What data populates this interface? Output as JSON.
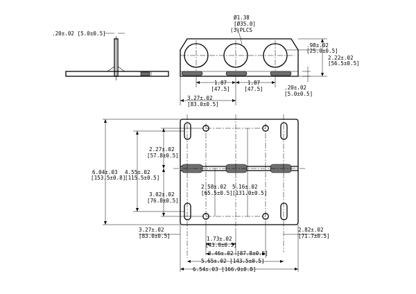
{
  "side_view": {
    "thickness": ".20±.02 [5.0±0.5]"
  },
  "front_view": {
    "hole_note_1": "Ø1.38",
    "hole_note_2": "[Ø35.0]",
    "hole_note_3": "(3)PLCS",
    "edge_right_1": ".98±.02",
    "edge_right_2": "[25.0±0.5]",
    "height_1": "2.22±.02",
    "height_2": "[56.5±0.5]",
    "thick_1": ".20±.02",
    "thick_2": "[5.0±0.5]",
    "pitch_a_1": "1.87",
    "pitch_a_2": "[47.5]",
    "pitch_b_1": "1.87",
    "pitch_b_2": "[47.5]",
    "left_1": "3.27±.02",
    "left_2": "[83.0±0.5]"
  },
  "plan_view": {
    "overall_h_1": "6.04±.03",
    "overall_h_2": "[153.5±0.8]",
    "slot_span_1": "4.55±.02",
    "slot_span_2": "[115.5±0.5]",
    "upper_1": "2.27±.02",
    "upper_2": "[57.8±0.5]",
    "lower_1": "3.02±.02",
    "lower_2": "[76.8±0.5]",
    "hole_x_1": "2.58±.02",
    "hole_x_2": "[65.5±0.5]",
    "hole_y_1": "5.16±.02",
    "hole_y_2": "[131.0±0.5]",
    "left_edge_1": "3.27±.02",
    "left_edge_2": "[83.0±0.5]",
    "right_edge_1": "2.82±.02",
    "right_edge_2": "[71.7±0.5]",
    "dim_173_1": "1.73±.02",
    "dim_173_2": "[43.9±0.5]",
    "dim_346": "3.46±.02 [87.8±0.5]",
    "dim_565": "5.65±.02 [143.5±0.5]",
    "dim_654": "6.54±.03 [166.0±0.8]"
  }
}
